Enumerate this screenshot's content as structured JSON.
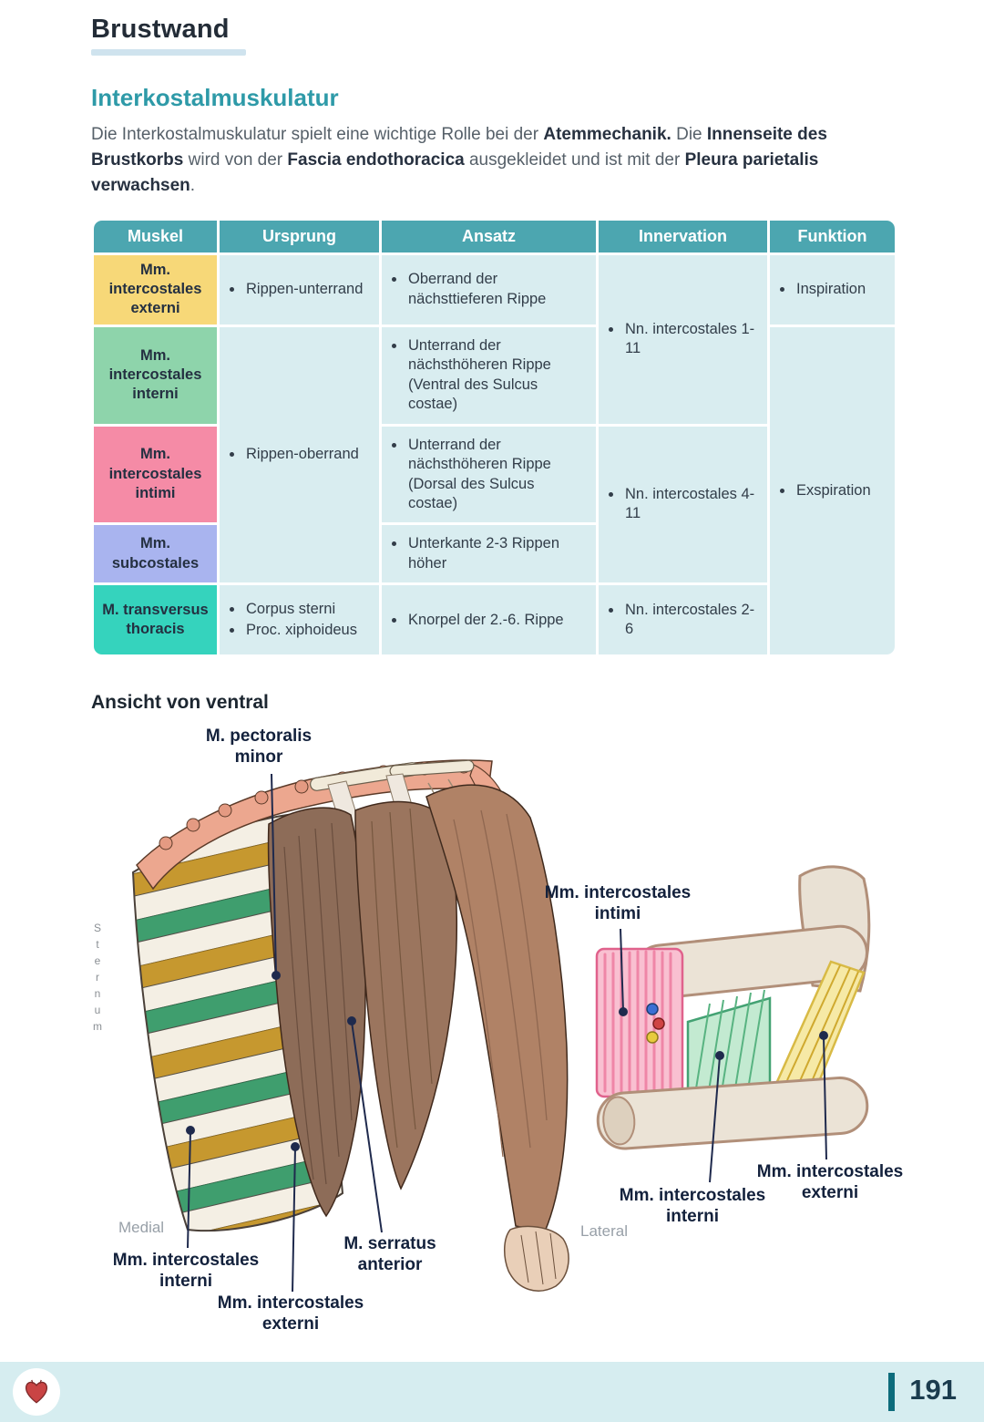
{
  "page": {
    "title": "Brustwand",
    "section_title": "Interkostalmuskulatur",
    "page_number": "191"
  },
  "intro": {
    "segments": [
      {
        "t": "Die Interkostalmuskulatur spielt eine wichtige Rolle bei der ",
        "b": false
      },
      {
        "t": "Atemmechanik.",
        "b": true
      },
      {
        "t": " Die ",
        "b": false
      },
      {
        "t": "Innenseite des Brustkorbs",
        "b": true
      },
      {
        "t": " wird von der ",
        "b": false
      },
      {
        "t": "Fascia endothoracica",
        "b": true
      },
      {
        "t": " ausgekleidet und ist mit der ",
        "b": false
      },
      {
        "t": "Pleura parietalis verwachsen",
        "b": true
      },
      {
        "t": ".",
        "b": false
      }
    ]
  },
  "table": {
    "headers": [
      "Muskel",
      "Ursprung",
      "Ansatz",
      "Innervation",
      "Funktion"
    ],
    "muskel": {
      "externi": "Mm. intercostales externi",
      "interni": "Mm. intercostales interni",
      "intimi": "Mm. intercostales intimi",
      "subcostales": "Mm. subcostales",
      "transversus": "M. transversus thoracis"
    },
    "ursprung": {
      "externi": "Rippen-unterrand",
      "shared": "Rippen-oberrand",
      "transversus_1": "Corpus sterni",
      "transversus_2": "Proc. xiphoideus"
    },
    "ansatz": {
      "externi": "Oberrand der nächsttieferen Rippe",
      "interni": "Unterrand der nächsthöheren Rippe (Ventral des Sulcus costae)",
      "intimi": "Unterrand der nächsthöheren Rippe (Dorsal des Sulcus costae)",
      "subcostales": "Unterkante 2-3 Rippen höher",
      "transversus": "Knorpel der 2.-6. Rippe"
    },
    "innervation": {
      "externi_interni": "Nn. intercostales 1-11",
      "intimi_subcostales": "Nn. intercostales 4-11",
      "transversus": "Nn. intercostales 2-6"
    },
    "funktion": {
      "inspiration": "Inspiration",
      "exspiration": "Exspiration"
    }
  },
  "figure": {
    "heading": "Ansicht von ventral",
    "labels": {
      "pectoralis": "M. pectoralis minor",
      "intimi": "Mm. intercostales intimi",
      "interni_right": "Mm. intercostales interni",
      "externi_right": "Mm. intercostales externi",
      "interni_left": "Mm. intercostales interni",
      "externi_left": "Mm. intercostales externi",
      "serratus": "M. serratus anterior",
      "medial": "Medial",
      "lateral": "Lateral",
      "sternum": "Sternum"
    }
  },
  "colors": {
    "title_underline": "#cfe3ee",
    "table_header": "#4ca6b0",
    "cell_bg": "#d9edf0",
    "externi_yellow": "#f7d878",
    "interni_green": "#8ed4ab",
    "intimi_pink": "#f58ba6",
    "subcostales_blue": "#a9b4ef",
    "transversus_teal": "#35d3bd",
    "footer_bg": "#d6edf0",
    "page_bar": "#0d6c7c"
  }
}
